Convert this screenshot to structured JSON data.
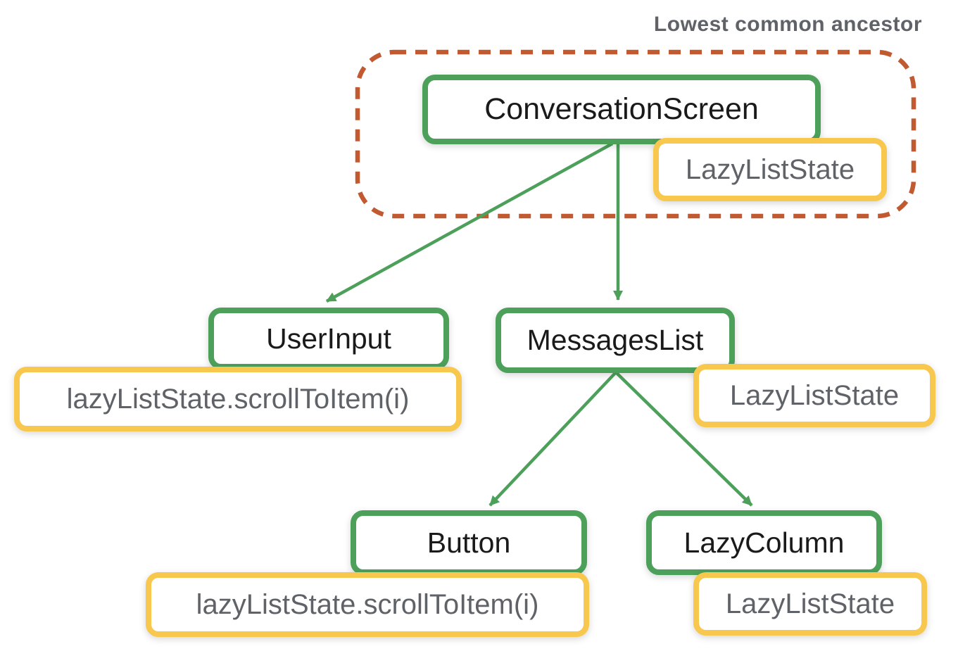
{
  "annotation": {
    "label": "Lowest common ancestor"
  },
  "nodes": {
    "conversation_screen": {
      "label": "ConversationScreen"
    },
    "user_input": {
      "label": "UserInput"
    },
    "messages_list": {
      "label": "MessagesList"
    },
    "button": {
      "label": "Button"
    },
    "lazy_column": {
      "label": "LazyColumn"
    }
  },
  "states": {
    "conversation_screen_state": {
      "label": "LazyListState"
    },
    "user_input_call": {
      "label": "lazyListState.scrollToItem(i)"
    },
    "messages_list_state": {
      "label": "LazyListState"
    },
    "button_call": {
      "label": "lazyListState.scrollToItem(i)"
    },
    "lazy_column_state": {
      "label": "LazyListState"
    }
  },
  "edges": [
    {
      "from": "ConversationScreen",
      "to": "UserInput"
    },
    {
      "from": "ConversationScreen",
      "to": "MessagesList"
    },
    {
      "from": "MessagesList",
      "to": "Button"
    },
    {
      "from": "MessagesList",
      "to": "LazyColumn"
    }
  ],
  "colors": {
    "component_border": "#4ca05a",
    "state_border": "#f8c74d",
    "ancestor_outline": "#c15a30",
    "arrow": "#4ca05a",
    "component_text": "#1a1a1a",
    "state_text": "#5f6368",
    "annotation_text": "#5f6368"
  }
}
